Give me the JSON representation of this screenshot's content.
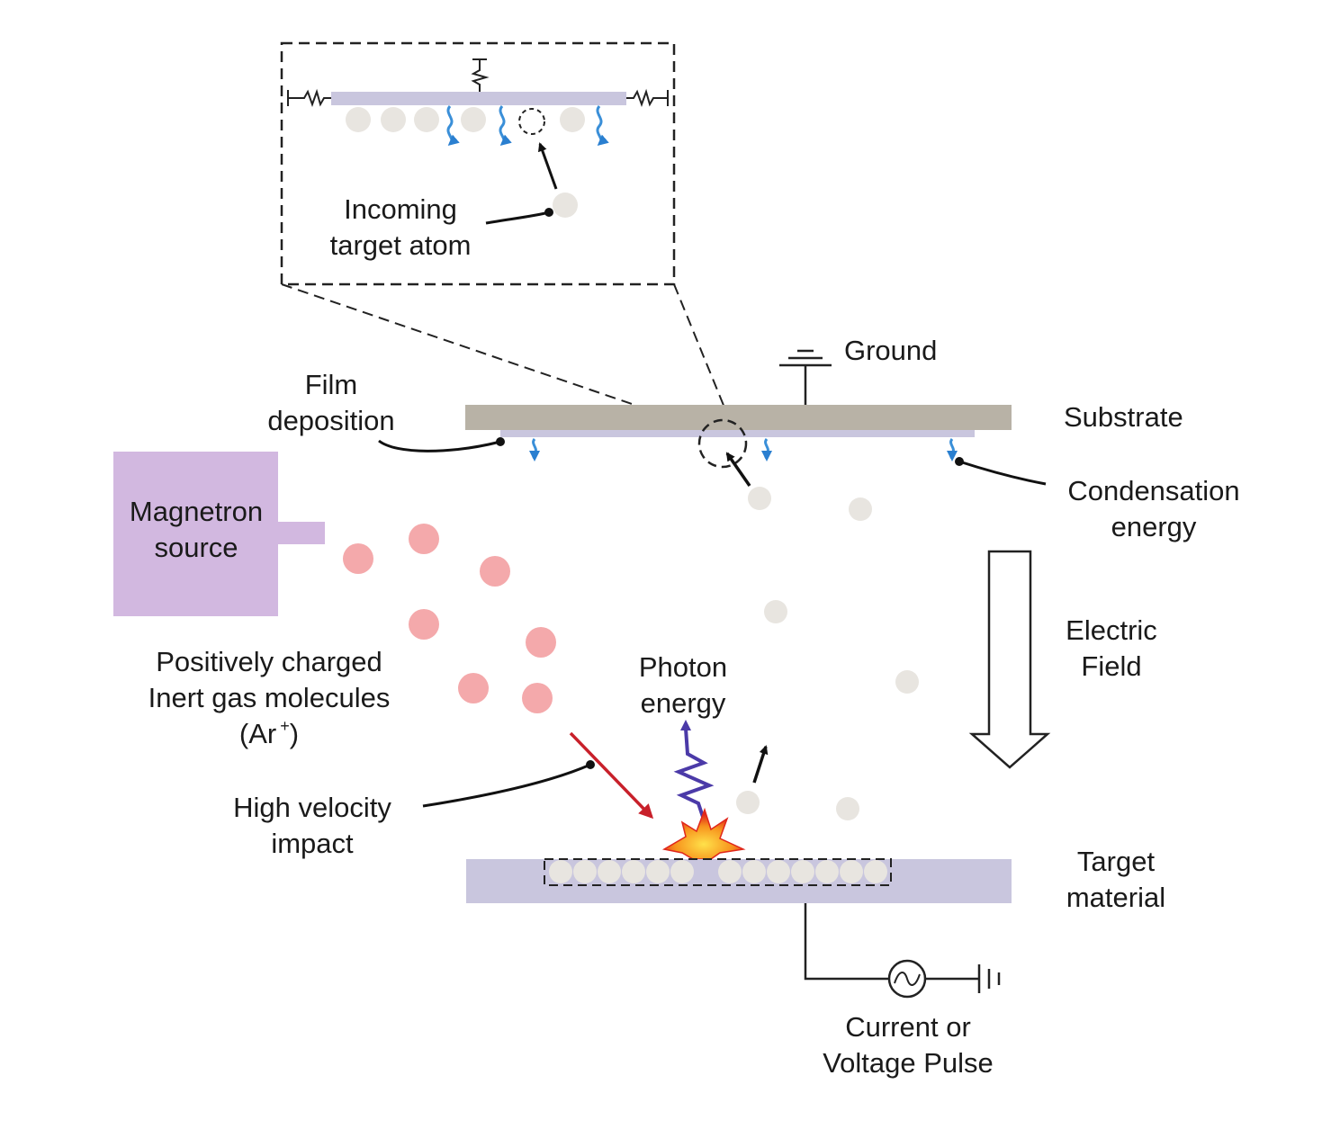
{
  "labels": {
    "incoming_1": "Incoming",
    "incoming_2": "target atom",
    "ground": "Ground",
    "film_1": "Film",
    "film_2": "deposition",
    "substrate": "Substrate",
    "condensation_1": "Condensation",
    "condensation_2": "energy",
    "magnetron_1": "Magnetron",
    "magnetron_2": "source",
    "electric_1": "Electric",
    "electric_2": "Field",
    "ions_1": "Positively charged",
    "ions_2": "Inert gas molecules",
    "ions_3_open": "(Ar",
    "ions_3_sup": "+",
    "ions_3_close": ")",
    "photon_1": "Photon",
    "photon_2": "energy",
    "impact_1": "High velocity",
    "impact_2": "impact",
    "target_1": "Target",
    "target_2": "material",
    "pulse_1": "Current or",
    "pulse_2": "Voltage Pulse"
  },
  "colors": {
    "substrate": "#b8b2a6",
    "film": "#c9c6de",
    "target": "#c9c6de",
    "magnetron": "#d2b8e0",
    "ion": "#f4a9ab",
    "atom": "#e8e5e0",
    "impact_arrow": "#c8202a",
    "photon": "#4b3aa8",
    "energy_wave": "#3a8fd8"
  },
  "icons": [
    "ground-icon",
    "ac-source-icon",
    "battery-icon",
    "spark-icon",
    "electric-field-arrow-icon"
  ]
}
